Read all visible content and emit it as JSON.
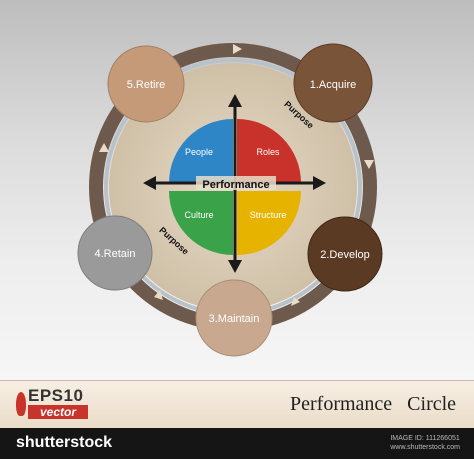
{
  "diagram": {
    "center_label": "Performance",
    "quadrants": [
      {
        "label": "People",
        "color": "#2f86c6"
      },
      {
        "label": "Roles",
        "color": "#c8322b"
      },
      {
        "label": "Culture",
        "color": "#3aa34a"
      },
      {
        "label": "Structure",
        "color": "#e6b400"
      }
    ],
    "purpose_labels": [
      "Purpose",
      "Purpose"
    ],
    "stages": [
      {
        "label": "1.Acquire",
        "color": "#7a5438"
      },
      {
        "label": "2.Develop",
        "color": "#5a3a23"
      },
      {
        "label": "3.Maintain",
        "color": "#c8a98f"
      },
      {
        "label": "4.Retain",
        "color": "#9a9a9a"
      },
      {
        "label": "5.Retire",
        "color": "#c49a78"
      }
    ],
    "colors": {
      "ring": "#6e5a4c",
      "disc": "#d8c9b2",
      "arrows": "#1a1a1a"
    }
  },
  "footer": {
    "eps_label": "EPS10",
    "vector_label": "vector",
    "title": "Performance   Circle"
  },
  "brandbar": {
    "brand": "shutterstock",
    "image_id": "IMAGE ID: 111266051",
    "site": "www.shutterstock.com"
  }
}
